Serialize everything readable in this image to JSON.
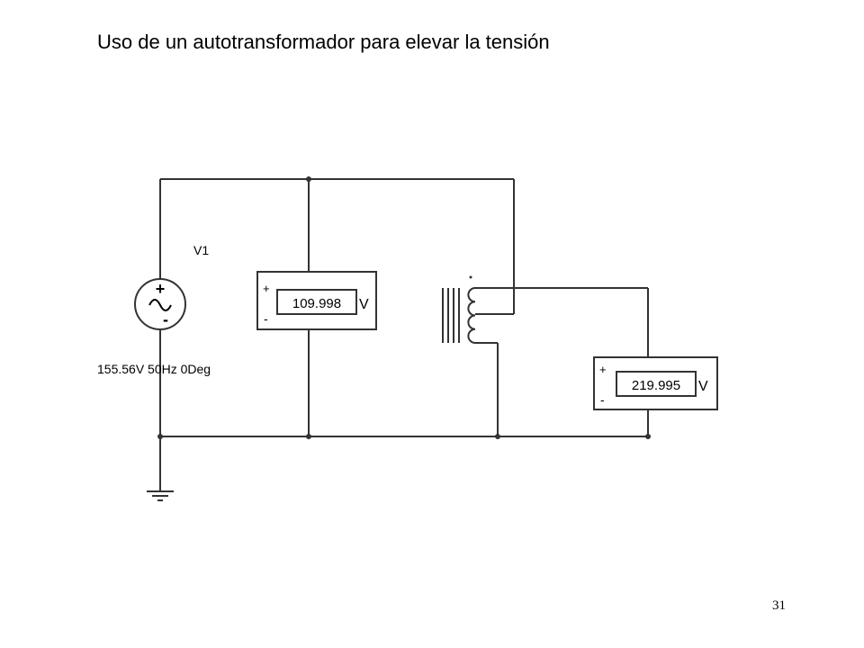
{
  "slide": {
    "title": "Uso de un autotransformador para elevar la tensión",
    "page_number": "31"
  },
  "source": {
    "name": "V1",
    "spec": "155.56V 50Hz 0Deg",
    "plus_sign": "+",
    "minus_sign": "-"
  },
  "voltmeter_primary": {
    "reading": "109.998",
    "unit": "V",
    "plus_sign": "+",
    "minus_sign": "-"
  },
  "voltmeter_secondary": {
    "reading": "219.995",
    "unit": "V",
    "plus_sign": "+",
    "minus_sign": "-"
  },
  "colors": {
    "wire": "#333333",
    "background": "#ffffff",
    "text": "#000000"
  }
}
